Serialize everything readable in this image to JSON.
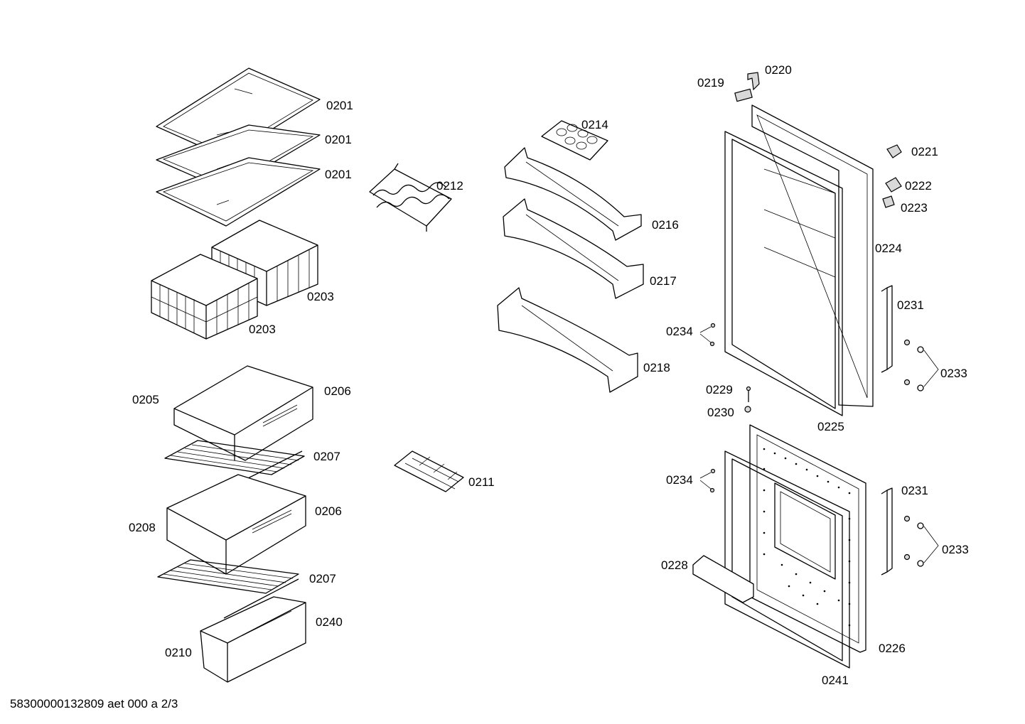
{
  "labels": {
    "l0201a": "0201",
    "l0201b": "0201",
    "l0201c": "0201",
    "l0203a": "0203",
    "l0203b": "0203",
    "l0212": "0212",
    "l0214": "0214",
    "l0216": "0216",
    "l0217": "0217",
    "l0218": "0218",
    "l0205": "0205",
    "l0206a": "0206",
    "l0207a": "0207",
    "l0208": "0208",
    "l0206b": "0206",
    "l0207b": "0207",
    "l0210": "0210",
    "l0240": "0240",
    "l0211": "0211",
    "l0219": "0219",
    "l0220": "0220",
    "l0221": "0221",
    "l0222": "0222",
    "l0223": "0223",
    "l0224": "0224",
    "l0231a": "0231",
    "l0234a": "0234",
    "l0233a": "0233",
    "l0229": "0229",
    "l0230": "0230",
    "l0225": "0225",
    "l0234b": "0234",
    "l0231b": "0231",
    "l0233b": "0233",
    "l0228": "0228",
    "l0226": "0226",
    "l0241": "0241"
  },
  "footer": "58300000132809 aet 000 a 2/3"
}
